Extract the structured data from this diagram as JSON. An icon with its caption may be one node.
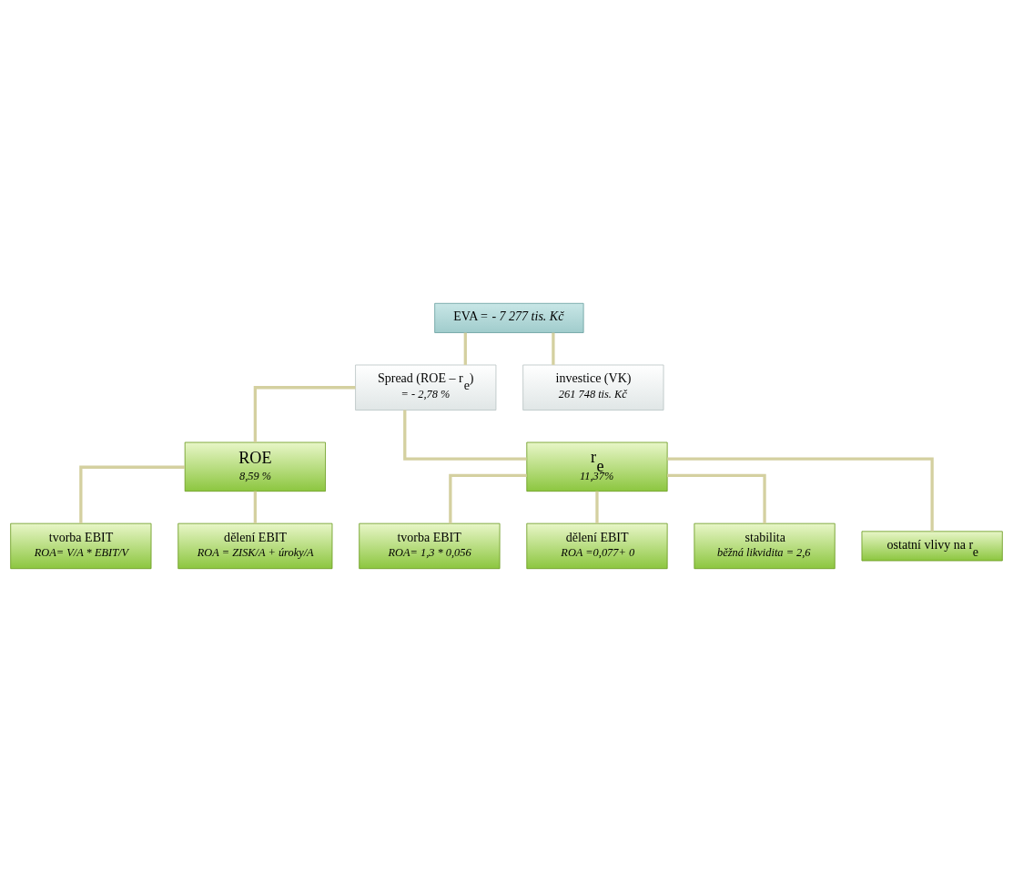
{
  "diagram": {
    "nodes": [
      {
        "text": [
          "EVA = *- 7 277 tis. Kč*"
        ]
      },
      {
        "text": [
          "Spread (ROE – r$_{e}$)",
          "= *- 2,78 %*"
        ]
      },
      {
        "text": [
          "investice (VK)",
          "261 748 tis. Kč"
        ]
      },
      {
        "text": [
          "ROE",
          "8,59 %"
        ]
      },
      {
        "text": [
          "r$_{e}$",
          "11,37%"
        ]
      },
      {
        "text": [
          "tvorba EBIT",
          "ROA= V/A * EBIT/V"
        ]
      },
      {
        "text": [
          "dělení EBIT",
          "ROA = ZISK/A + úroky/A"
        ]
      },
      {
        "text": [
          "tvorba EBIT",
          "ROA= 1,3 * 0,056"
        ]
      },
      {
        "text": [
          "dělení EBIT",
          "ROA =0,077+ 0"
        ]
      },
      {
        "text": [
          "stabilita",
          "běžná likvidita = 2,6"
        ]
      },
      {
        "text": [
          "ostatní vlivy na r$_{e}$"
        ]
      }
    ],
    "edges": [
      {
        "from": 0,
        "to": 1,
        "arrow": "none"
      },
      {
        "from": 0,
        "to": 2,
        "arrow": "none"
      },
      {
        "from": 1,
        "to": 3,
        "arrow": "none"
      },
      {
        "from": 1,
        "to": 4,
        "arrow": "none"
      },
      {
        "from": 3,
        "to": 5,
        "arrow": "none"
      },
      {
        "from": 3,
        "to": 6,
        "arrow": "none"
      },
      {
        "from": 4,
        "to": 7,
        "arrow": "none"
      },
      {
        "from": 4,
        "to": 8,
        "arrow": "none"
      },
      {
        "from": 4,
        "to": 9,
        "arrow": "none"
      },
      {
        "from": 4,
        "to": 10,
        "arrow": "none"
      }
    ]
  }
}
